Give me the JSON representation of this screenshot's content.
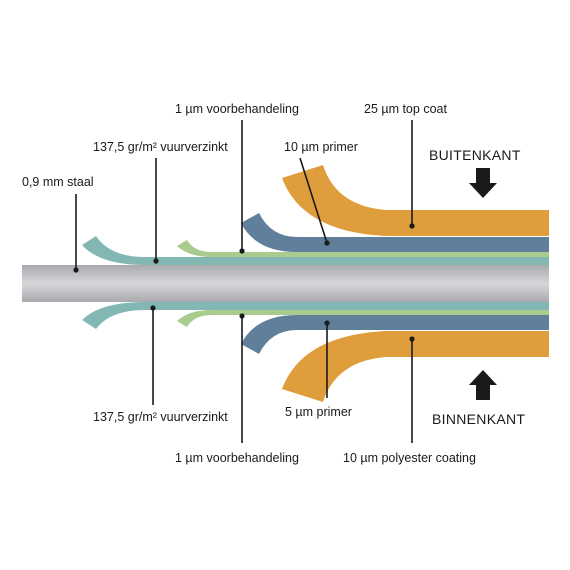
{
  "colors": {
    "steel_light": "#d6d7d9",
    "steel_dark": "#a9aaae",
    "zinc": "#82b7b4",
    "pretreatment": "#a9cc8e",
    "primer": "#5f7f9b",
    "topcoat": "#e09d3b",
    "leader": "#1a1a1a"
  },
  "labels": {
    "steel": "0,9 mm staal",
    "zinc_top": "137,5 gr/m² vuurverzinkt",
    "pre_top": "1 µm voorbehandeling",
    "primer_top": "10 µm primer",
    "topcoat": "25 µm top coat",
    "zinc_bottom": "137,5 gr/m² vuurverzinkt",
    "pre_bottom": "1 µm voorbehandeling",
    "primer_bottom": "5 µm primer",
    "polyester": "10 µm polyester coating"
  },
  "sides": {
    "outside": "BUITENKANT",
    "inside": "BINNENKANT"
  },
  "icons": {
    "outside_arrow": "arrow-down-icon",
    "inside_arrow": "arrow-up-icon"
  }
}
